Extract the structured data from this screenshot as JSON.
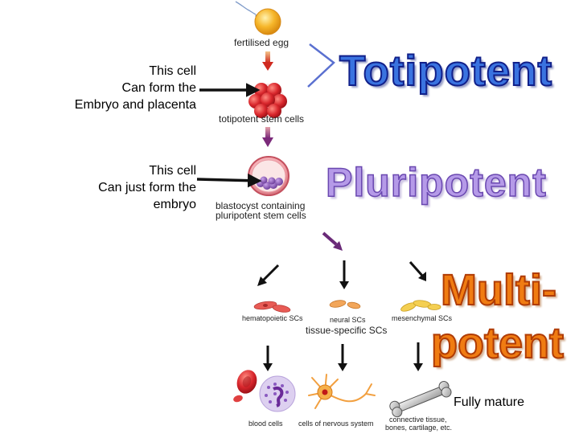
{
  "notes": {
    "totipotent": [
      "This cell",
      "Can form the",
      "Embryo and placenta"
    ],
    "pluripotent": [
      "This cell",
      "Can just form the",
      "embryo"
    ]
  },
  "labels": {
    "fertilised_egg": "fertilised egg",
    "totipotent_cells": "totipotent stem cells",
    "blastocyst": [
      "blastocyst containing",
      "pluripotent stem cells"
    ],
    "hematopoietic": "hematopoietic SCs",
    "neural": "neural SCs",
    "mesenchymal": "mesenchymal SCs",
    "tissue_specific": "tissue-specific SCs",
    "blood_cells": "blood cells",
    "nervous_cells": "cells of nervous system",
    "connective": [
      "connective tissue,",
      "bones, cartilage, etc."
    ]
  },
  "headings": {
    "totipotent": "Totipotent",
    "pluripotent": "Pluripotent",
    "multi_line1": "Multi-",
    "multi_line2": "potent",
    "fully_mature": "Fully mature"
  },
  "colors": {
    "totipotent": "#3a73e0",
    "pluripotent": "#b59ae8",
    "multipotent": "#f07c12",
    "egg": "#f6b62a",
    "morula": "#d8262c",
    "blastocyst": "#f2a0a8",
    "inner_mass": "#7b4aa8"
  }
}
